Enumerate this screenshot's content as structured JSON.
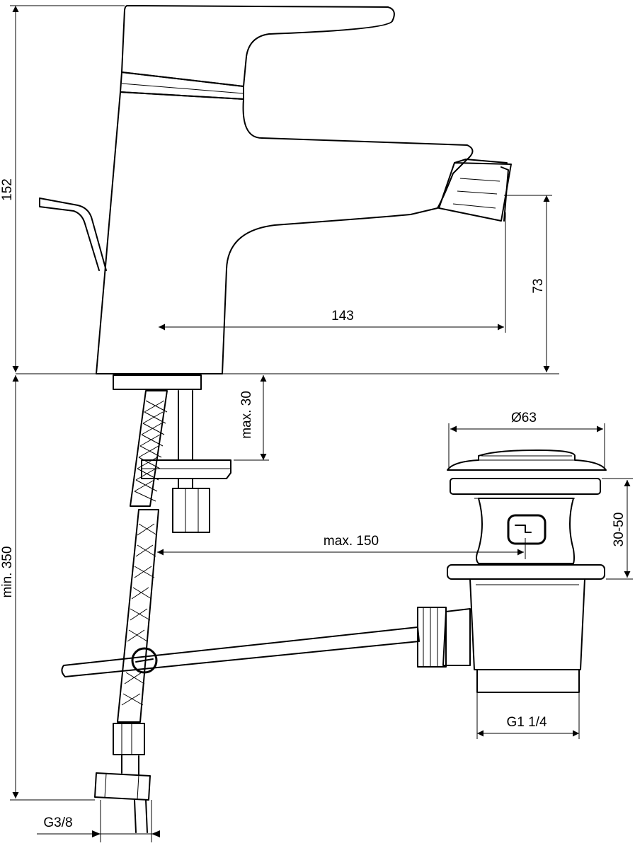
{
  "dimensions": {
    "height_total": "152",
    "spout_height": "73",
    "spout_reach": "143",
    "mounting_thickness": "max. 30",
    "flexible_hose_length": "min. 350",
    "waste_cap_diameter": "Ø63",
    "waste_length_range": "30-50",
    "pop_up_rod_reach": "max. 150",
    "waste_thread": "G1 1/4",
    "hose_thread": "G3/8"
  },
  "colors": {
    "line": "#000000",
    "background": "#ffffff"
  }
}
